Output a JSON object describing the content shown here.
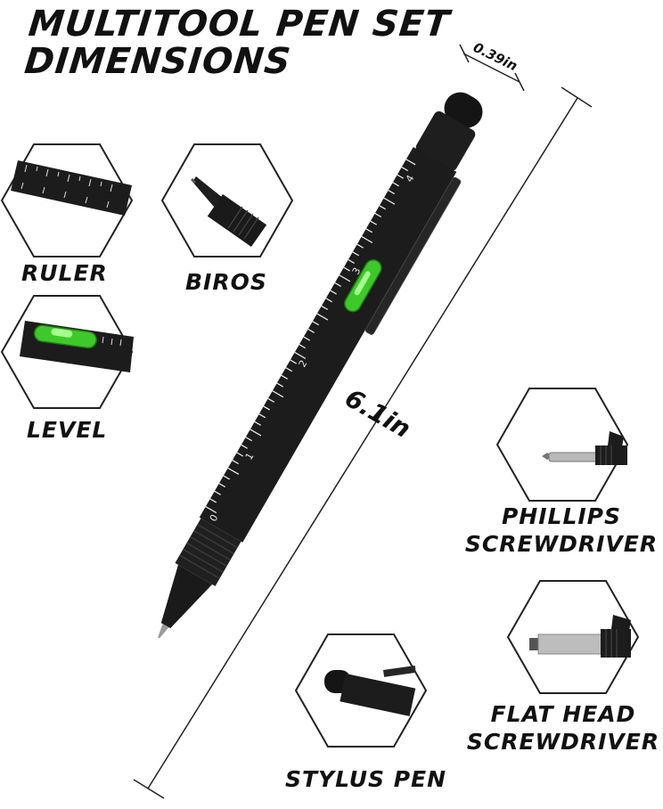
{
  "title": {
    "line1": "MULTITOOL PEN SET",
    "line2": "DIMENSIONS"
  },
  "dimensions": {
    "width": "0.39in",
    "length": "6.1in"
  },
  "features": [
    {
      "label": "RULER",
      "icon": "ruler-icon"
    },
    {
      "label": "BIROS",
      "icon": "ballpoint-tip-icon"
    },
    {
      "label": "LEVEL",
      "icon": "bubble-level-icon"
    },
    {
      "label_line1": "PHILLIPS",
      "label_line2": "SCREWDRIVER",
      "icon": "phillips-screwdriver-icon"
    },
    {
      "label_line1": "FLAT HEAD",
      "label_line2": "SCREWDRIVER",
      "icon": "flat-head-screwdriver-icon"
    },
    {
      "label": "STYLUS PEN",
      "icon": "stylus-tip-icon"
    }
  ],
  "pen_scale": {
    "marks": [
      "0",
      "1",
      "2",
      "3",
      "4"
    ]
  },
  "colors": {
    "pen_body": "#1c1c1c",
    "level_bubble": "#3ec92a",
    "text": "#111111",
    "hex_outline": "#222222"
  }
}
